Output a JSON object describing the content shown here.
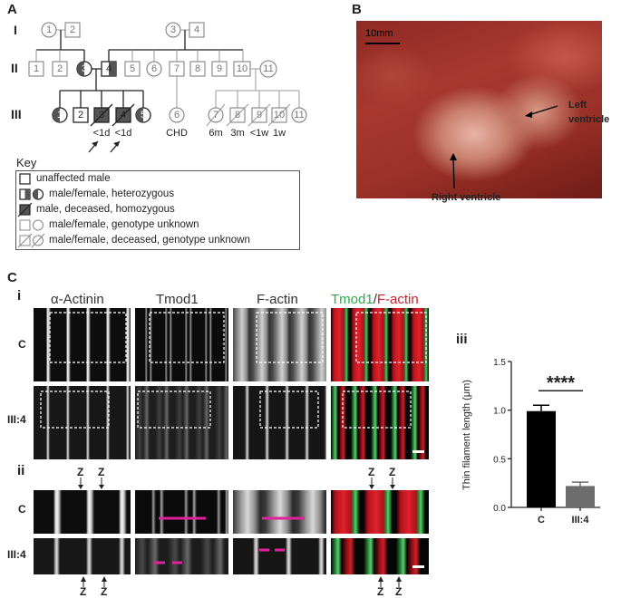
{
  "panels": {
    "a_label": "A",
    "b_label": "B",
    "c_label": "C"
  },
  "pedigree": {
    "generations": [
      "I",
      "II",
      "III"
    ],
    "gen1_ids": [
      "1",
      "2",
      "3",
      "4"
    ],
    "gen2_ids": [
      "1",
      "2",
      "3",
      "4",
      "5",
      "6",
      "7",
      "8",
      "9",
      "10",
      "11"
    ],
    "gen3_ids": [
      "1",
      "2",
      "3",
      "4",
      "5",
      "6",
      "7",
      "8",
      "9",
      "10",
      "11"
    ],
    "ages": [
      "<1d",
      "<1d",
      "CHD",
      "6m",
      "3m",
      "<1w",
      "1w"
    ]
  },
  "key": {
    "title": "Key",
    "items": [
      "unaffected male",
      "male/female, heterozygous",
      "male, deceased, homozygous",
      "male/female, genotype unknown",
      "male/female, deceased, genotype unknown"
    ]
  },
  "photo": {
    "scale_label": "10mm",
    "left_ventricle": "Left\nventricle",
    "right_ventricle": "Right ventricle"
  },
  "micrographs": {
    "sub_i": "i",
    "sub_ii": "ii",
    "sub_iii": "iii",
    "col_alpha": "α-Actinin",
    "col_tmod": "Tmod1",
    "col_factin": "F-actin",
    "merge_tmod": "Tmod1",
    "merge_sep": "/",
    "merge_factin": "F-actin",
    "row_c": "C",
    "row_iii4": "III:4",
    "z_label": "Z"
  },
  "chart_data": {
    "type": "bar",
    "categories": [
      "C",
      "III:4"
    ],
    "values": [
      0.99,
      0.22
    ],
    "errors": [
      0.06,
      0.04
    ],
    "ylabel": "Thin filament length (μm)",
    "ylim": [
      0,
      1.5
    ],
    "yticks": [
      "0.0",
      "0.5",
      "1.0",
      "1.5"
    ],
    "significance": "****",
    "colors": [
      "#000000",
      "#6d6d6d"
    ]
  }
}
